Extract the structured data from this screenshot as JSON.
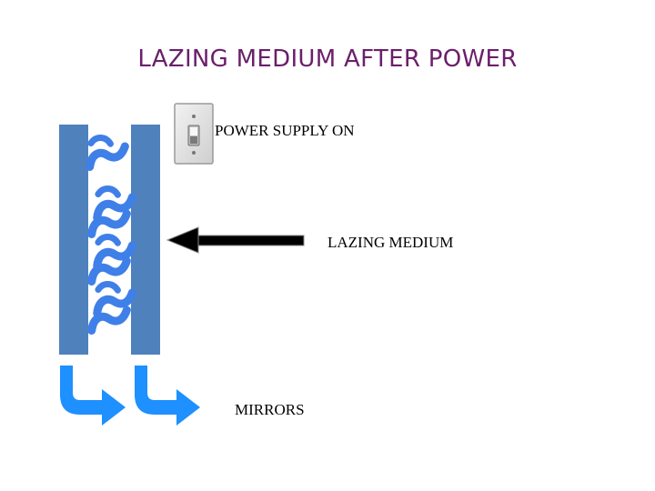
{
  "slide": {
    "title": "LAZING MEDIUM AFTER POWER"
  },
  "labels": {
    "power_supply": "POWER SUPPLY ON",
    "lazing_medium": "LAZING MEDIUM",
    "mirrors": "MIRRORS"
  },
  "colors": {
    "title": "#6b1f6b",
    "mirror": "#4f81bd",
    "photon": "#3f7fe8",
    "output_arrow": "#1e90ff",
    "pointer_arrow": "#000000",
    "switch_plate": "#e4e4e4"
  },
  "icons": {
    "switch": "light-switch-icon",
    "photon": "wavy-photon-icon",
    "output": "curved-arrow-icon",
    "pointer": "left-arrow-icon"
  }
}
